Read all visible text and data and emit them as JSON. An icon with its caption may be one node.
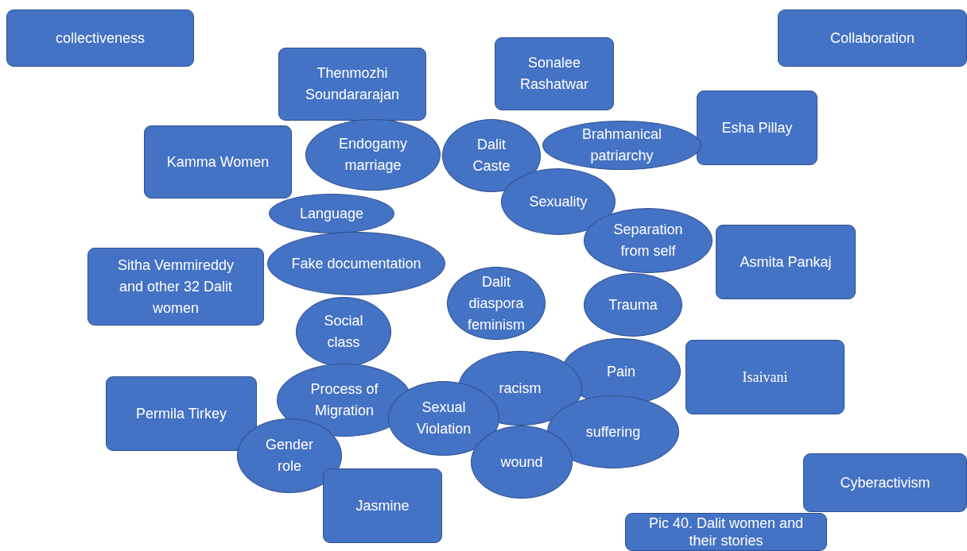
{
  "diagram": {
    "nodes": [
      {
        "text": [
          "collectiveness"
        ]
      },
      {
        "text": [
          "Collaboration"
        ]
      },
      {
        "text": [
          "Thenmozhi Soundararajan"
        ]
      },
      {
        "text": [
          "Sonalee Rashatwar"
        ]
      },
      {
        "text": [
          "Esha Pillay"
        ]
      },
      {
        "text": [
          "Kamma Women"
        ]
      },
      {
        "text": [
          "Endogamy marriage"
        ]
      },
      {
        "text": [
          "Dalit Caste"
        ]
      },
      {
        "text": [
          "Brahmanical patriarchy"
        ]
      },
      {
        "text": [
          "Sexuality"
        ]
      },
      {
        "text": [
          "Language"
        ]
      },
      {
        "text": [
          "Fake documentation"
        ]
      },
      {
        "text": [
          "Separation from self"
        ]
      },
      {
        "text": [
          "Asmita Pankaj"
        ]
      },
      {
        "text": [
          "Sitha Vemmireddy and other 32 Dalit women"
        ]
      },
      {
        "text": [
          "Dalit diaspora feminism"
        ]
      },
      {
        "text": [
          "Social class"
        ]
      },
      {
        "text": [
          "Trauma"
        ]
      },
      {
        "text": [
          "Isaivani"
        ]
      },
      {
        "text": [
          "Pain"
        ]
      },
      {
        "text": [
          "racism"
        ]
      },
      {
        "text": [
          "Permila Tirkey"
        ]
      },
      {
        "text": [
          "Process of Migration"
        ]
      },
      {
        "text": [
          "Sexual Violation"
        ]
      },
      {
        "text": [
          "suffering"
        ]
      },
      {
        "text": [
          "Gender role"
        ]
      },
      {
        "text": [
          "wound"
        ]
      },
      {
        "text": [
          "Jasmine"
        ]
      },
      {
        "text": [
          "Cyberactivism"
        ]
      },
      {
        "text": [
          "Pic 40. Dalit women and their stories"
        ]
      }
    ]
  }
}
